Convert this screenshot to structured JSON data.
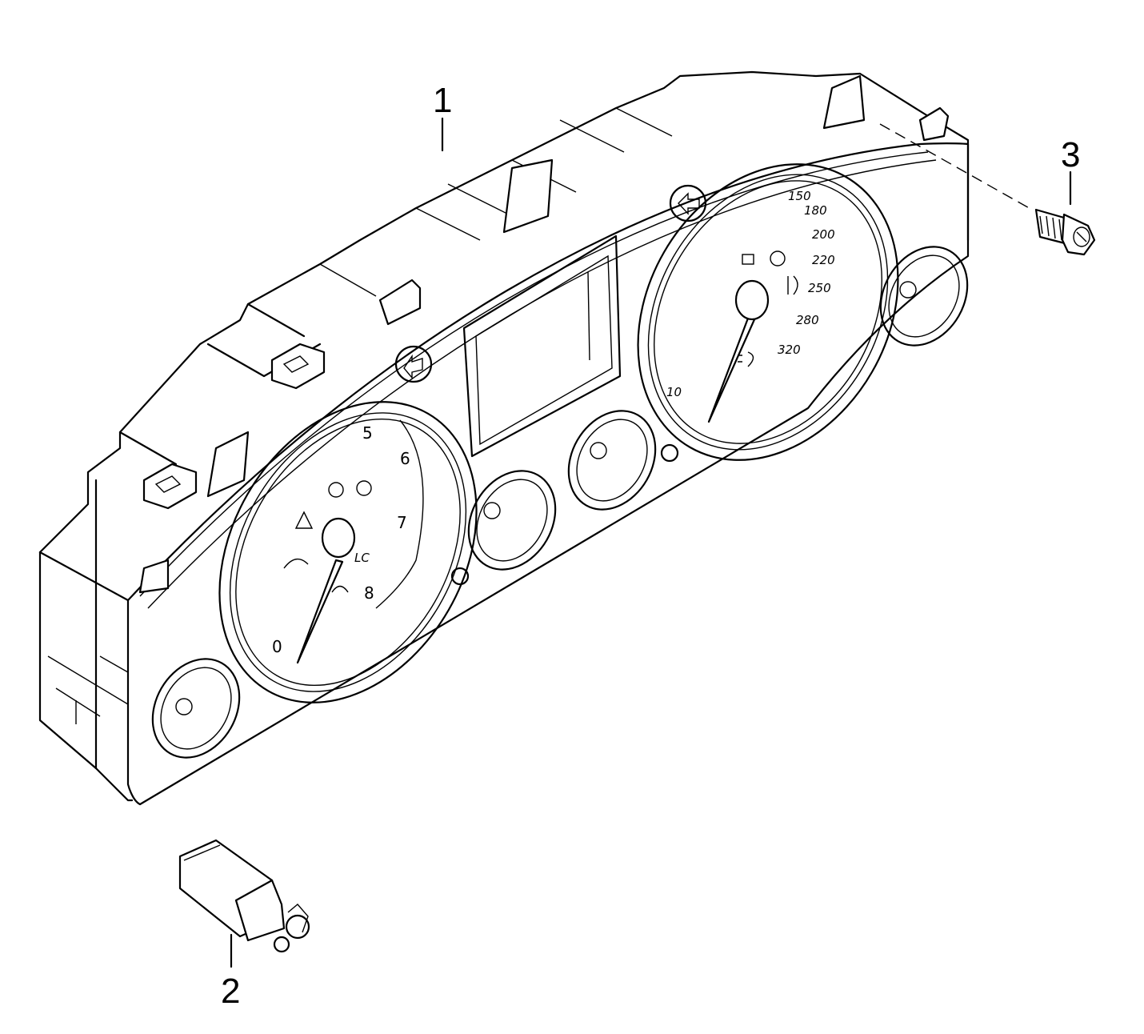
{
  "callouts": [
    {
      "id": "1",
      "label": "1"
    },
    {
      "id": "2",
      "label": "2"
    },
    {
      "id": "3",
      "label": "3"
    }
  ],
  "tachometer": {
    "labels": [
      "0",
      "5",
      "6",
      "7",
      "8"
    ],
    "lc_label": "LC"
  },
  "speedometer": {
    "labels": [
      "150",
      "180",
      "200",
      "220",
      "250",
      "280",
      "320"
    ],
    "partial_label": "10"
  }
}
